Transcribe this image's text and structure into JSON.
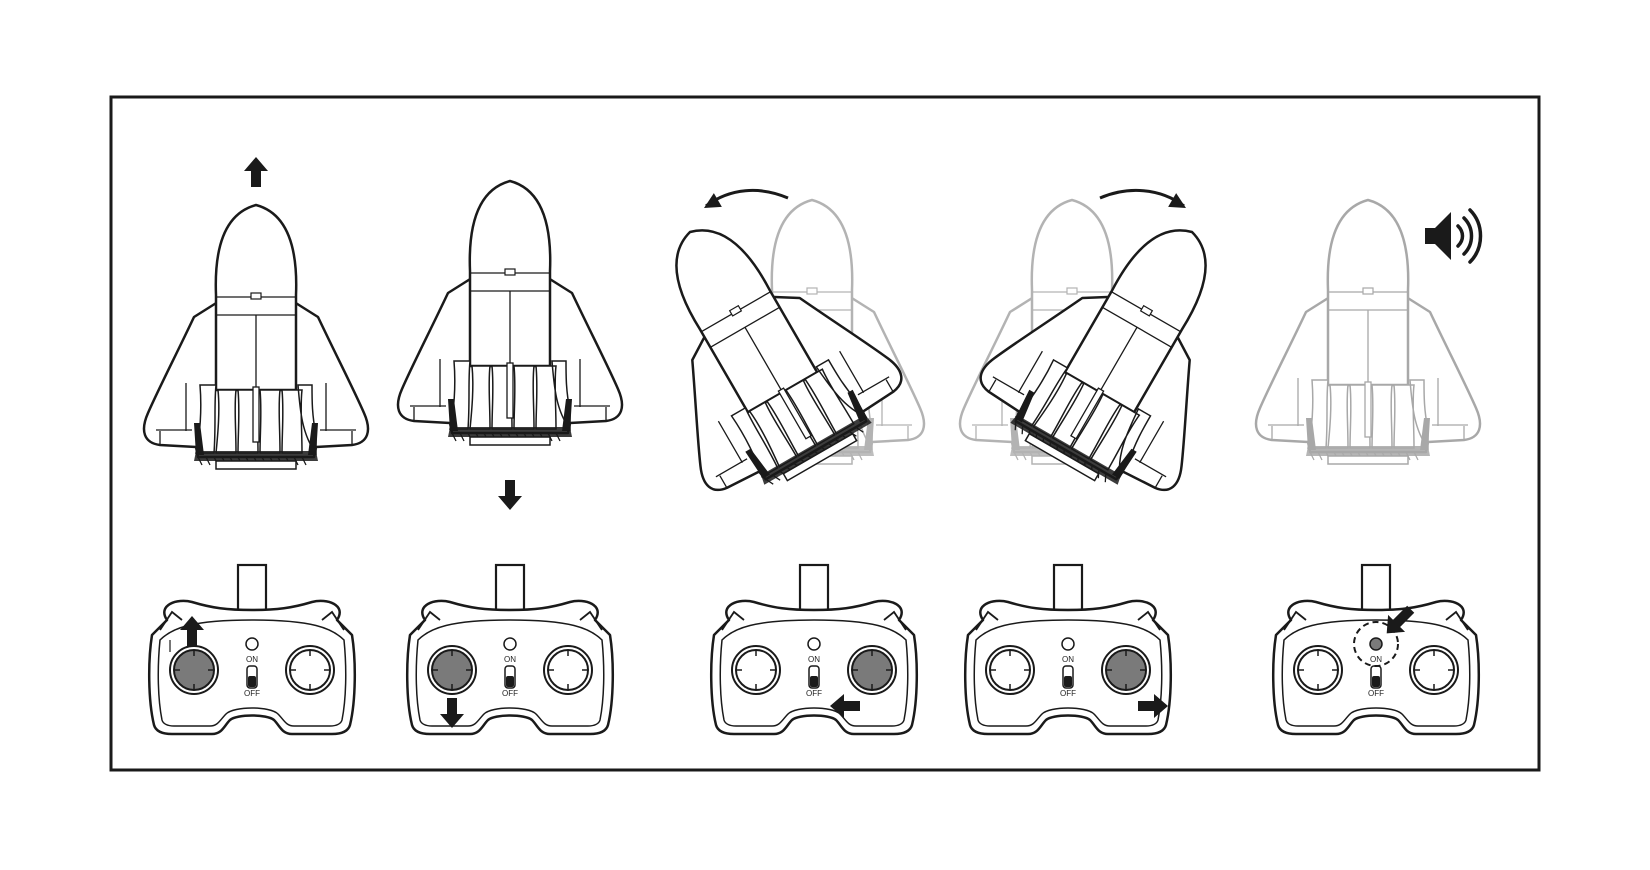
{
  "colors": {
    "ink": "#1a1a1a",
    "faded": "#9a9a9a",
    "stick_active": "#7a7a7a",
    "paper": "#ffffff"
  },
  "controller": {
    "switch_on_label": "ON",
    "switch_off_label": "OFF"
  },
  "panels": [
    {
      "id": "up",
      "motion_icon": "arrow-up-icon",
      "active_control": "left-stick",
      "stick_direction": "up"
    },
    {
      "id": "down",
      "motion_icon": "arrow-down-icon",
      "active_control": "left-stick",
      "stick_direction": "down"
    },
    {
      "id": "turn-left",
      "motion_icon": "curved-arrow-left-icon",
      "active_control": "right-stick",
      "stick_direction": "left"
    },
    {
      "id": "turn-right",
      "motion_icon": "curved-arrow-right-icon",
      "active_control": "right-stick",
      "stick_direction": "right"
    },
    {
      "id": "sound",
      "motion_icon": "speaker-icon",
      "active_control": "sound-button",
      "stick_direction": "press"
    }
  ]
}
